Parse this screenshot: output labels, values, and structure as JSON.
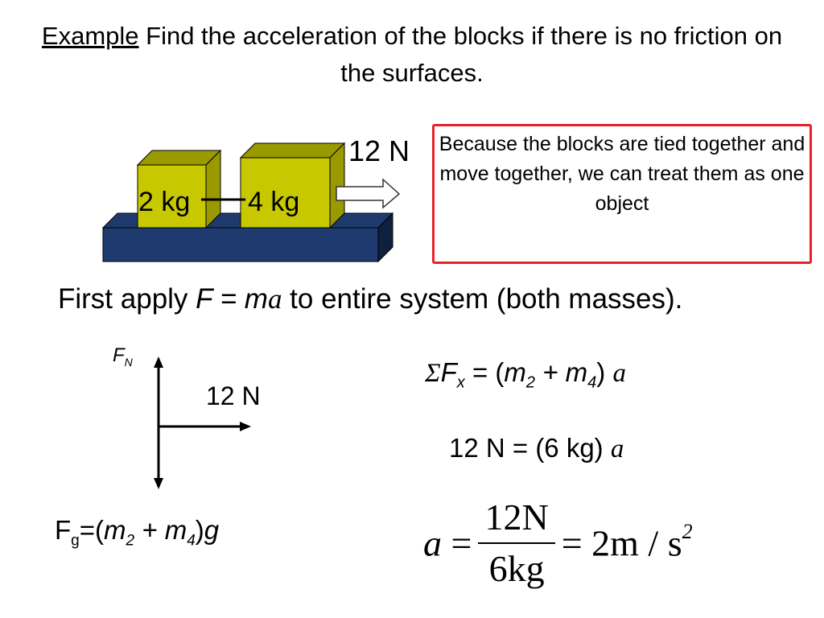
{
  "title": {
    "label": "Example",
    "text": " Find the acceleration of the blocks if there is no friction on the surfaces."
  },
  "diagram": {
    "block_small_label": "2 kg",
    "block_large_label": "4 kg",
    "force_label": "12 N",
    "colors": {
      "block_face": "#c8c800",
      "block_top": "#999900",
      "block_side": "#999900",
      "table_face": "#1f3a6e",
      "table_top": "#1f3a6e",
      "table_side": "#0f1f3e"
    }
  },
  "callout": {
    "text": "Because the blocks are tied together and move together, we can treat them as one object",
    "border_color": "#e8212a"
  },
  "apply_line": {
    "prefix": "First apply ",
    "F": "F",
    "eq": " = ",
    "m": "m",
    "a": "a",
    "suffix": " to entire system (both masses)."
  },
  "fbd": {
    "normal_label": "F",
    "normal_sub": "N",
    "force_label": "12 N",
    "gravity": {
      "F": "F",
      "sub_g": "g",
      "open": "=(",
      "m2": "m",
      "sub2": "2",
      "plus": " + ",
      "m4": "m",
      "sub4": "4",
      "close": ")",
      "g": "g"
    }
  },
  "equations": {
    "eq1": {
      "sigma": "Σ",
      "F": "F",
      "sub_x": "x",
      "eq": " = (",
      "m2": "m",
      "sub2": "2",
      "plus": " + ",
      "m4": "m",
      "sub4": "4",
      "close": ") ",
      "a": "a"
    },
    "eq2": {
      "text": "12 N = (6 kg) ",
      "a": "a"
    },
    "eq3": {
      "a": "a",
      "eq1": "=",
      "num": "12N",
      "den": "6kg",
      "eq2": "=",
      "result": "2m / s",
      "exp": "2"
    }
  }
}
